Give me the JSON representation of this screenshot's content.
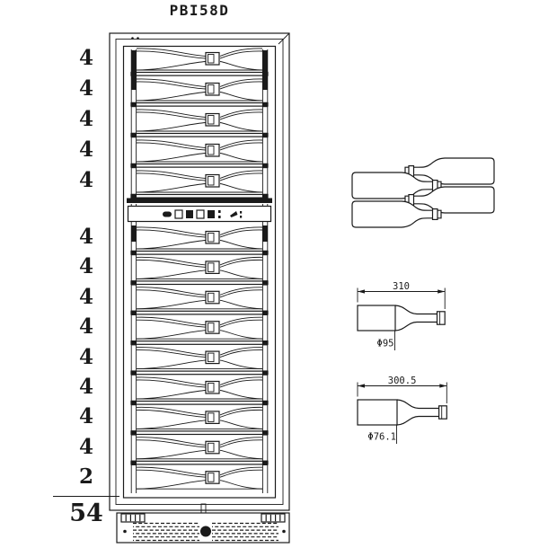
{
  "title": "PBI58D",
  "left_column": {
    "upper_counts": [
      "4",
      "4",
      "4",
      "4",
      "4"
    ],
    "lower_counts": [
      "4",
      "4",
      "4",
      "4",
      "4",
      "4",
      "4",
      "4",
      "2"
    ],
    "total": "54"
  },
  "cabinet": {
    "upper_zone_shelves": 5,
    "lower_zone_shelves": 9,
    "control_panel": {
      "glyph_shapes": [
        "pill",
        "cell",
        "filled",
        "cell",
        "filled",
        "colon",
        "mark"
      ]
    }
  },
  "stacked_bottles": {
    "count": 4
  },
  "bottle_specs": [
    {
      "length": "310",
      "diameter": "Φ95"
    },
    {
      "length": "300.5",
      "diameter": "Φ76.1"
    }
  ],
  "colors": {
    "line": "#1a1a1a",
    "background": "#ffffff"
  }
}
